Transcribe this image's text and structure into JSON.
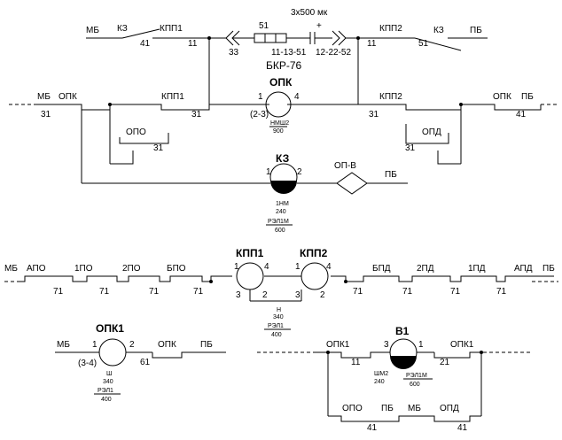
{
  "cap_rating": "3x500 мк",
  "cap_plus": "+",
  "bkr_title": "БКР-76",
  "bkr_left_terms": "11-13-51",
  "bkr_right_terms": "12-22-52",
  "r1": {
    "mb": "МБ",
    "kz": "КЗ",
    "n41": "41",
    "kpp1": "КПП1",
    "n11": "11",
    "n51": "51",
    "n33": "33",
    "kpp2": "КПП2",
    "n11b": "11",
    "n51b": "51",
    "kz2": "КЗ",
    "pb": "ПБ"
  },
  "r2": {
    "mb": "МБ",
    "opk": "ОПК",
    "n31": "31",
    "kpp1": "КПП1",
    "n31b": "31",
    "opk_relay": "ОПК",
    "pin1": "1",
    "pin4": "4",
    "pins23": "(2-3)",
    "rel_type": "НМШ2",
    "rel_num": "900",
    "kpp2": "КПП2",
    "n31c": "31",
    "opk2": "ОПК",
    "pb": "ПБ",
    "n41": "41",
    "opo": "ОПО",
    "n31d": "31",
    "opd": "ОПД",
    "n31e": "31"
  },
  "r3": {
    "kz_relay": "КЗ",
    "pin1": "1",
    "pin2": "2",
    "opv": "ОП-В",
    "pb": "ПБ",
    "t1": "1НМ",
    "t2": "240",
    "t3": "РЭЛ1М",
    "t4": "600"
  },
  "r4": {
    "mb": "МБ",
    "apo": "АПО",
    "po1": "1ПО",
    "po2": "2ПО",
    "bpo": "БПО",
    "n71": "71",
    "kpp1": "КПП1",
    "kpp2": "КПП2",
    "p1": "1",
    "p4": "4",
    "p3": "3",
    "p2": "2",
    "bpd": "БПД",
    "pd2": "2ПД",
    "pd1": "1ПД",
    "apd": "АПД",
    "pb": "ПБ",
    "t1": "Н",
    "t2": "340",
    "t3": "РЭЛ1",
    "t4": "400"
  },
  "r5": {
    "mb": "МБ",
    "opk1": "ОПК1",
    "p1": "1",
    "p2": "2",
    "p34": "(3-4)",
    "n61": "61",
    "opk": "ОПК",
    "pb": "ПБ",
    "t1": "Ш",
    "t2": "340",
    "t3": "РЭЛ1",
    "t4": "400",
    "opk1b": "ОПК1",
    "n11": "11",
    "b1": "В1",
    "p3": "3",
    "p1b": "1",
    "opk1c": "ОПК1",
    "n21": "21",
    "t5": "ШМ2",
    "t6": "240",
    "t7": "РЭЛ1М",
    "t8": "600",
    "opo": "ОПО",
    "pb2": "ПБ",
    "mb2": "МБ",
    "opd": "ОПД",
    "n41": "41",
    "n41b": "41"
  }
}
